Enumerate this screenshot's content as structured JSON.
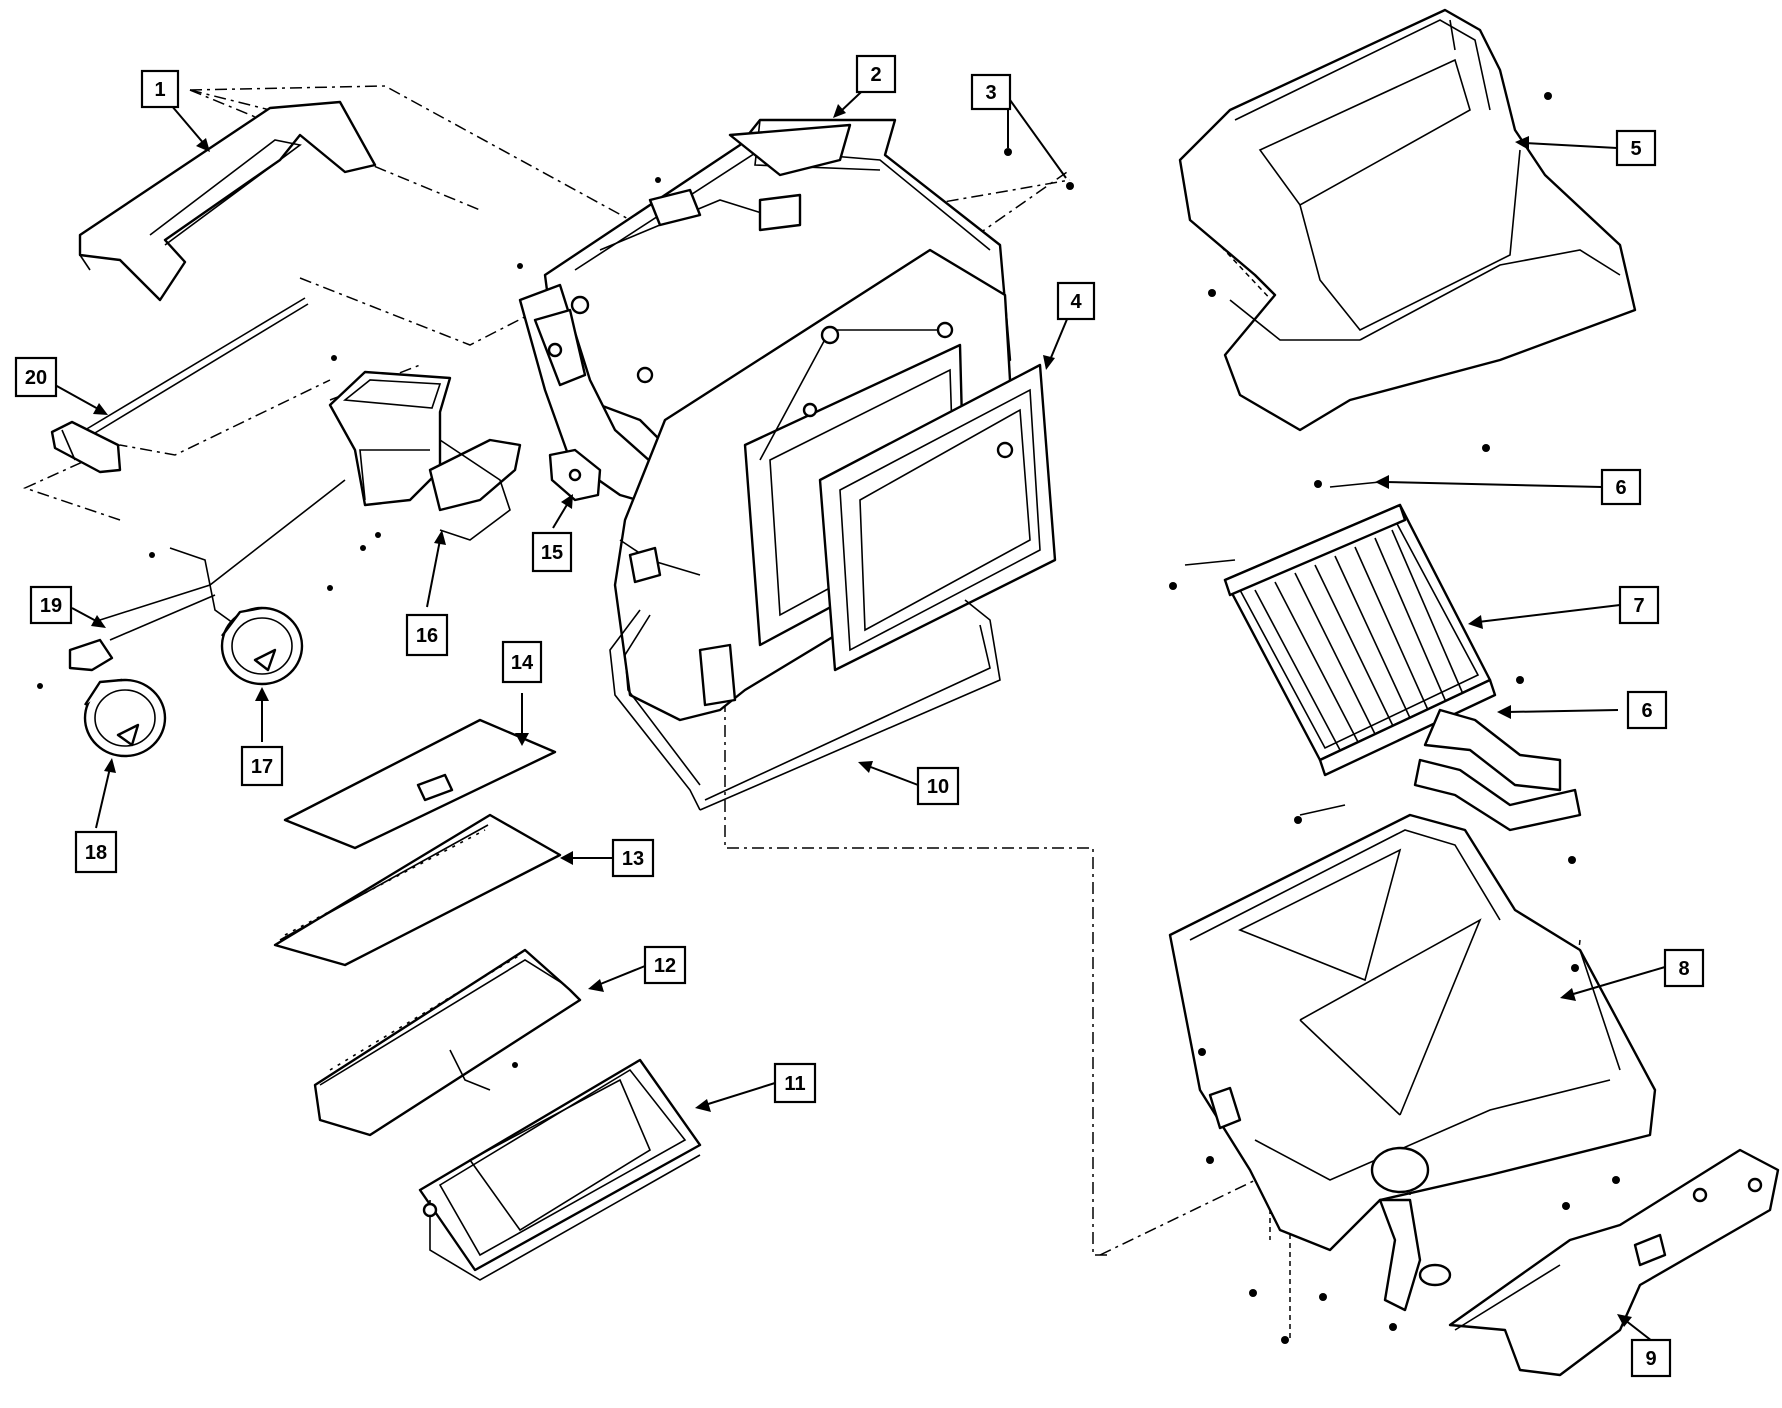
{
  "figure": {
    "callouts": [
      "1",
      "2",
      "3",
      "4",
      "5",
      "6",
      "6",
      "7",
      "8",
      "9",
      "10",
      "11",
      "12",
      "13",
      "14",
      "15",
      "16",
      "17",
      "18",
      "19",
      "20"
    ]
  },
  "colors": {
    "ink": "#000000",
    "paper": "#ffffff"
  }
}
